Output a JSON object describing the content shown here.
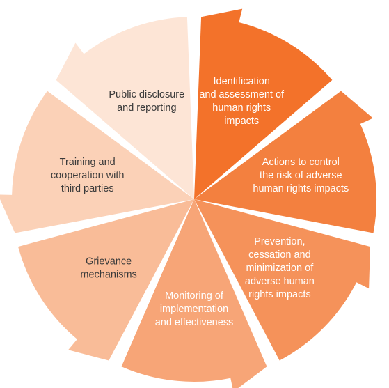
{
  "cycle": {
    "segments": [
      {
        "lines": [
          "Identification",
          "and assessment of",
          "human rights",
          "impacts"
        ],
        "fill": "#F3722A",
        "text_color": "#ffffff"
      },
      {
        "lines": [
          "Actions to control",
          "the risk of adverse",
          "human rights impacts"
        ],
        "fill": "#F3803F",
        "text_color": "#ffffff"
      },
      {
        "lines": [
          "Prevention,",
          "cessation and",
          "minimization of",
          "adverse human",
          "rights impacts"
        ],
        "fill": "#F5925A",
        "text_color": "#ffffff"
      },
      {
        "lines": [
          "Monitoring of",
          "implementation",
          "and effectiveness"
        ],
        "fill": "#F7A577",
        "text_color": "#ffffff"
      },
      {
        "lines": [
          "Grievance",
          "mechanisms"
        ],
        "fill": "#F9BC98",
        "text_color": "#3a3a3a"
      },
      {
        "lines": [
          "Training and",
          "cooperation with",
          "third parties"
        ],
        "fill": "#FBD1B7",
        "text_color": "#3a3a3a"
      },
      {
        "lines": [
          "Public disclosure",
          "and reporting"
        ],
        "fill": "#FDE5D6",
        "text_color": "#3a3a3a"
      }
    ]
  }
}
